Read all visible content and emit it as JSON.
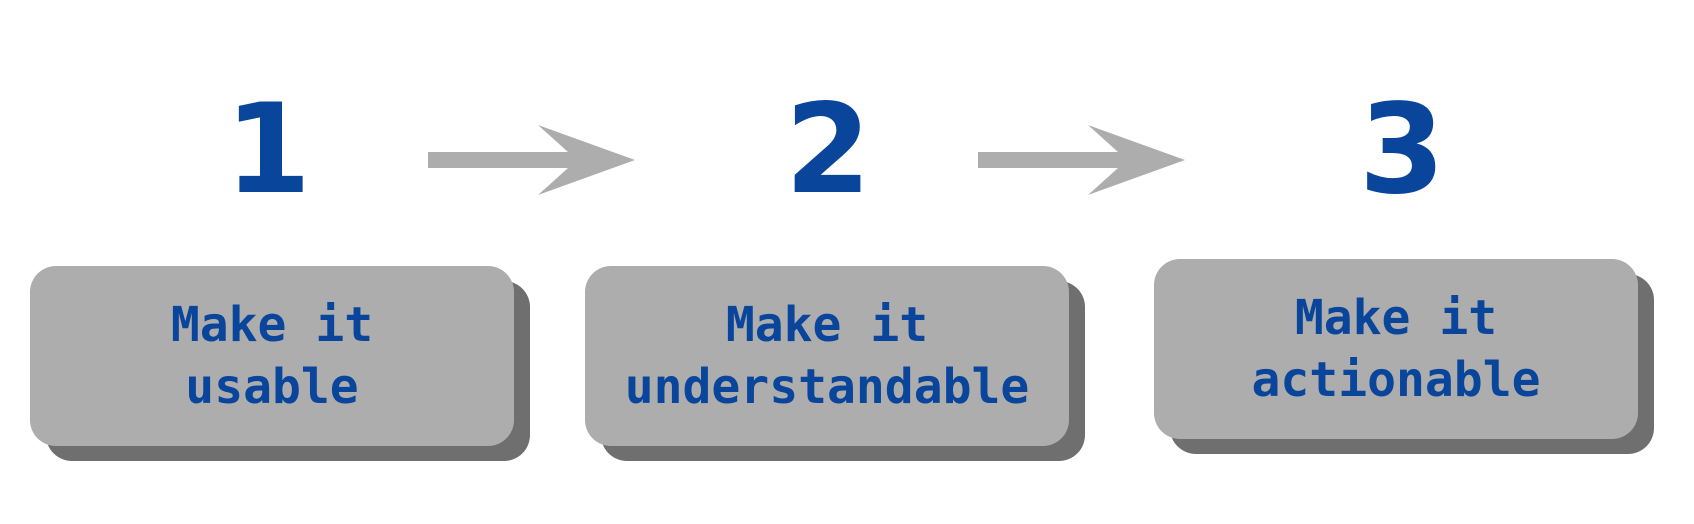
{
  "steps": [
    {
      "number": "1",
      "label": "Make it\nusable"
    },
    {
      "number": "2",
      "label": "Make it\nunderstandable"
    },
    {
      "number": "3",
      "label": "Make it\nactionable"
    }
  ],
  "colors": {
    "accent": "#0a459c",
    "card": "#adadad",
    "card_shadow": "#6f6f6f",
    "arrow": "#adadad",
    "background": "#ffffff"
  },
  "icons": {
    "connector": "arrow-right-icon"
  }
}
